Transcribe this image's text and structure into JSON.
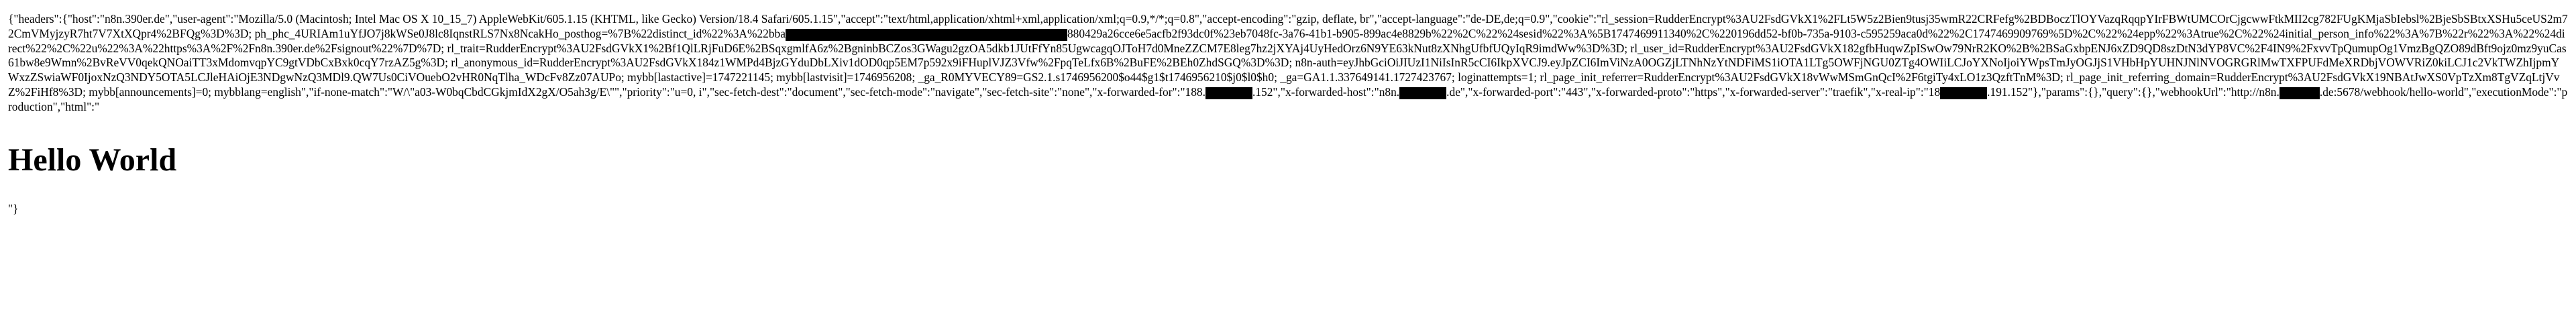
{
  "segments": [
    {
      "text": "{\"headers\":{\"host\":\"n8n.390er.de\",\"user-agent\":\"Mozilla/5.0 (Macintosh; Intel Mac OS X 10_15_7) AppleWebKit/605.1.15 (KHTML, like Gecko) Version/18.4 Safari/605.1.15\",\"accept\":\"text/html,application/xhtml+xml,application/xml;q=0.9,*/*;q=0.8\",\"accept-encoding\":\"gzip, deflate, br\",\"accept-language\":\"de-DE,de;q=0.9\",\"cookie\":\"rl_session=RudderEncrypt%3AU2FsdGVkX1%2FLt5W5z2Bien9tusj35wmR22CRFefg%2BDBoczTlOYVazqRqqpYIrFBWtUMCOrCjgcwwFtkMII2cg782FUgKMjaSbIebsl%2BjeSbSBtxXSHu5ceUS2m72CmVMyjzyR7ht7V7XtXQpr4%2BFQg%3D%3D; ph_phc_4URIAm1uYfJO7j8kWSe0J8lc8IqnstRLS7Nx8NcakHo_posthog=%7B%22distinct_id%22%3A%22bba"
    },
    {
      "redact": "r-user"
    },
    {
      "text": "880429a26cce6e5acfb2f93dc0f%23eb7048fc-3a76-41b1-b905-899ac4e8829b%22%2C%22%24sesid%22%3A%5B1747469911340%2C%220196dd52-bf0b-735a-9103-c595259aca0d%22%2C1747469909769%5D%2C%22%24epp%22%3Atrue%2C%22%24initial_person_info%22%3A%7B%22r%22%3A%22%24direct%22%2C%22u%22%3A%22https%3A%2F%2Fn8n.390er.de%2Fsignout%22%7D%7D; rl_trait=RudderEncrypt%3AU2FsdGVkX1%2Bf1QlLRjFuD6E%2BSqxgmlfA6z%2BgninbBCZos3GWagu2gzOA5dkb1JUtFfYn85UgwcagqOJToH7d0MneZZCM7E8leg7hz2jXYAj4UyHedOrz6N9YE63kNut8zXNhgUfbfUQyIqR9imdWw%3D%3D; rl_user_id=RudderEncrypt%3AU2FsdGVkX182gfbHuqwZpISwOw79NrR2KO%2B%2BSaGxbpENJ6xZD9QD8szDtN3dYP8VC%2F4IN9%2FxvvTpQumupOg1VmzBgQZO89dBft9ojz0mz9yuCas61bw8e9Wmn%2BvReVV0qekQNOaiTT3xMdomvqpYC9gtVDbCxBxk0cqY7rzAZ5g%3D; rl_anonymous_id=RudderEncrypt%3AU2FsdGVkX184z1WMPd4BjzGYduDbLXiv1dOD0qp5EM7p592x9iFHuplVJZ3Vfw%2FpqTeLfx6B%2BuFE%2BEh0ZhdSGQ%3D%3D; n8n-auth=eyJhbGciOiJIUzI1NiIsInR5cCI6IkpXVCJ9.eyJpZCI6ImViNzA0OGZjLTNhNzYtNDFiMS1iOTA1LTg5OWFjNGU0ZTg4OWIiLCJoYXNoIjoiYWpsTmJyOGJjS1VHbHpYUHNJNlNVOGRGRlMwTXFPUFdMeXRDbjVOWVRiZ0kiLCJ1c2VkTWZhIjpmYWxzZSwiaWF0IjoxNzQ3NDY5OTA5LCJleHAiOjE3NDgwNzQ3MDl9.QW7Us0CiVOuebO2vHR0NqTlha_WDcFv8Zz07AUPo; mybb[lastactive]=1747221145; mybb[lastvisit]=1746956208; _ga_R0MYVECY89=GS2.1.s1746956200$o44$g1$t1746956210$j0$l0$h0; _ga=GA1.1.337649141.1727423767; loginattempts=1; rl_page_init_referrer=RudderEncrypt%3AU2FsdGVkX18vWwMSmGnQcI%2F6tgiTy4xLO1z3QzftTnM%3D; rl_page_init_referring_domain=RudderEncrypt%3AU2FsdGVkX19NBAtJwXS0VpTzXm8TgVZqLtjVvZ%2FiHf8%3D; mybb[announcements]=0; mybblang=english\",\"if-none-match\":\"W/\\\"a03-W0bqCbdCGkjmIdX2gX/O5ah3g/E\\\"\",\"priority\":\"u=0, i\",\"sec-fetch-dest\":\"document\",\"sec-fetch-mode\":\"navigate\",\"sec-fetch-site\":\"none\",\"x-forwarded-for\":\"188."
    },
    {
      "redact": "r-ip-a"
    },
    {
      "text": ".152\",\"x-forwarded-host\":\"n8n."
    },
    {
      "redact": "r-host"
    },
    {
      "text": ".de\",\"x-forwarded-port\":\"443\",\"x-forwarded-proto\":\"https\",\"x-forwarded-server\":\"traefik\",\"x-real-ip\":\"18"
    },
    {
      "redact": "r-ip-b"
    },
    {
      "text": ".191.152\"},\"params\":{},\"query\":{},\"webhookUrl\":\"http://n8n."
    },
    {
      "redact": "r-webhook"
    },
    {
      "text": ".de:5678/webhook/hello-world\",\"executionMode\":\"production\",\"html\":\""
    }
  ],
  "headline": "Hello World",
  "tail": "\"}"
}
